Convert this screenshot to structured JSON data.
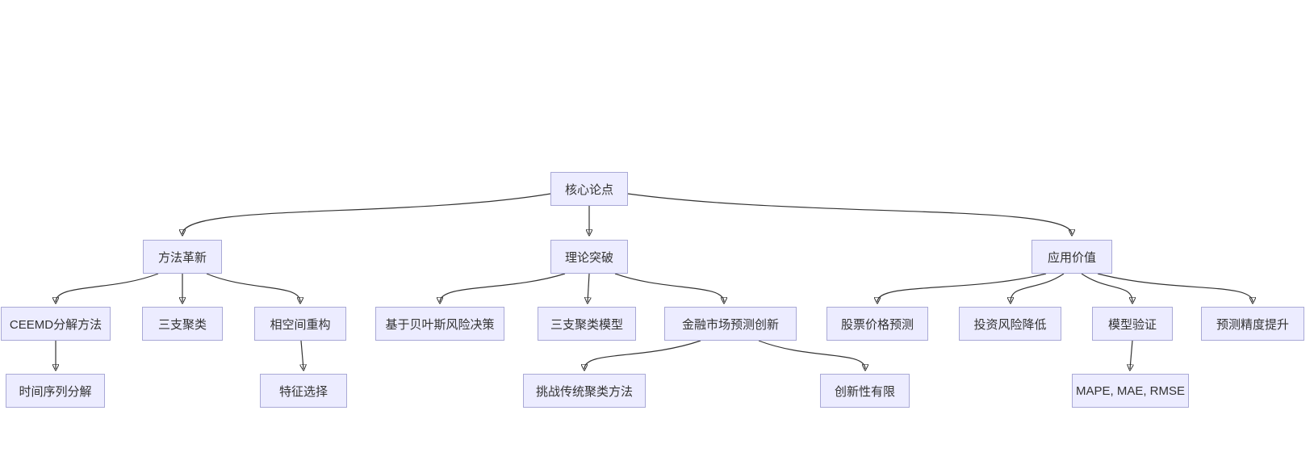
{
  "diagram": {
    "type": "flowchart",
    "direction": "top-down",
    "colors": {
      "background": "#ffffff",
      "node_fill": "#ECECFF",
      "node_border": "#A9A9D6",
      "edge": "#333333",
      "text": "#333333"
    },
    "nodes": [
      {
        "id": "core",
        "label": "核心论点"
      },
      {
        "id": "method",
        "label": "方法革新"
      },
      {
        "id": "theory",
        "label": "理论突破"
      },
      {
        "id": "application",
        "label": "应用价值"
      },
      {
        "id": "ceemd",
        "label": "CEEMD分解方法"
      },
      {
        "id": "three-way",
        "label": "三支聚类"
      },
      {
        "id": "phase-space",
        "label": "相空间重构"
      },
      {
        "id": "bayes",
        "label": "基于贝叶斯风险决策"
      },
      {
        "id": "three-way-model",
        "label": "三支聚类模型"
      },
      {
        "id": "market-innovation",
        "label": "金融市场预测创新"
      },
      {
        "id": "stock-prediction",
        "label": "股票价格预测"
      },
      {
        "id": "risk-reduction",
        "label": "投资风险降低"
      },
      {
        "id": "model-validation",
        "label": "模型验证"
      },
      {
        "id": "accuracy",
        "label": "预测精度提升"
      },
      {
        "id": "ts-decomposition",
        "label": "时间序列分解"
      },
      {
        "id": "feature-selection",
        "label": "特征选择"
      },
      {
        "id": "challenge",
        "label": "挑战传统聚类方法"
      },
      {
        "id": "limited-novelty",
        "label": "创新性有限"
      },
      {
        "id": "metrics",
        "label": "MAPE, MAE, RMSE"
      }
    ],
    "edges": [
      {
        "from": "core",
        "to": "method"
      },
      {
        "from": "core",
        "to": "theory"
      },
      {
        "from": "core",
        "to": "application"
      },
      {
        "from": "method",
        "to": "ceemd"
      },
      {
        "from": "method",
        "to": "three-way"
      },
      {
        "from": "method",
        "to": "phase-space"
      },
      {
        "from": "theory",
        "to": "bayes"
      },
      {
        "from": "theory",
        "to": "three-way-model"
      },
      {
        "from": "theory",
        "to": "market-innovation"
      },
      {
        "from": "application",
        "to": "stock-prediction"
      },
      {
        "from": "application",
        "to": "risk-reduction"
      },
      {
        "from": "application",
        "to": "model-validation"
      },
      {
        "from": "application",
        "to": "accuracy"
      },
      {
        "from": "ceemd",
        "to": "ts-decomposition"
      },
      {
        "from": "phase-space",
        "to": "feature-selection"
      },
      {
        "from": "market-innovation",
        "to": "challenge"
      },
      {
        "from": "market-innovation",
        "to": "limited-novelty"
      },
      {
        "from": "model-validation",
        "to": "metrics"
      }
    ]
  }
}
